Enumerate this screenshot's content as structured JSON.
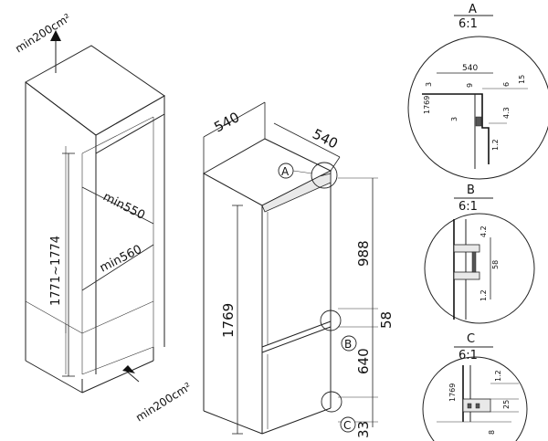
{
  "niche": {
    "ventilation_top": "min200cm²",
    "ventilation_bottom": "min200cm²",
    "height_range": "1771~1774",
    "depth_min_upper": "min550",
    "width_min_lower": "min560"
  },
  "appliance": {
    "width": "540",
    "depth": "540",
    "total_height": "1769",
    "upper_section": "988",
    "gap_mid": "58",
    "lower_section": "640",
    "bottom_offset": "33",
    "callout_a": "A",
    "callout_b": "B",
    "callout_c": "C"
  },
  "details": {
    "a": {
      "title": "A",
      "scale": "6:1",
      "width": "540",
      "d3_top": "3",
      "d9": "9",
      "d6": "6",
      "d15": "15",
      "height": "1769",
      "d3_bottom": "3",
      "d4_3": "4.3",
      "d1_2": "1.2"
    },
    "b": {
      "title": "B",
      "scale": "6:1",
      "d4_2": "4.2",
      "d58": "58",
      "d1_2": "1.2"
    },
    "c": {
      "title": "C",
      "scale": "6:1",
      "height": "1769",
      "d1_2": "1.2",
      "d25": "25",
      "d8": "8"
    }
  }
}
